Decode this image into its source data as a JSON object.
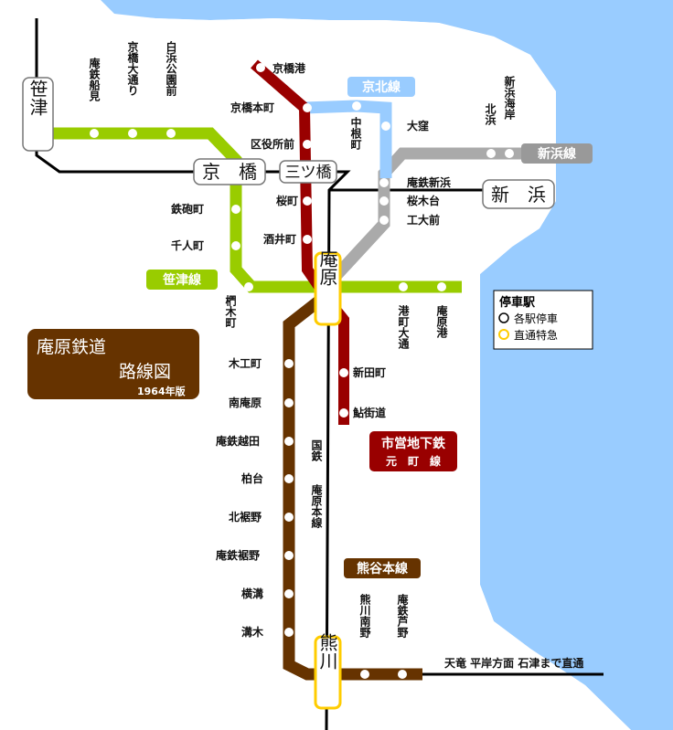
{
  "title": {
    "line1": "庵原鉄道",
    "line2": "路線図",
    "year": "1964年版"
  },
  "legend": {
    "heading": "停車駅",
    "local": "各駅停車",
    "express": "直通特急"
  },
  "hubs": {
    "sasatsu": "笹津",
    "kyobashi": "京　橋",
    "mitsubashi": "三ツ橋",
    "shinhama": "新　浜",
    "ihara": "庵原",
    "kumakawa": "熊川"
  },
  "lines": {
    "keihoku": {
      "name": "京北線",
      "color": "#99ccff"
    },
    "shinhama": {
      "name": "新浜線",
      "color": "#999999"
    },
    "sasatsu": {
      "name": "笹津線",
      "color": "#99cc00"
    },
    "kumagaya": {
      "name": "熊谷本線",
      "color": "#663300"
    },
    "subway": {
      "name1": "市営地下鉄",
      "name2": "元　町　線",
      "color": "#990000"
    },
    "jnr": "国鉄",
    "jnr_line": "庵原本線"
  },
  "stations": {
    "kyobashi_ko": "京橋港",
    "kyobashi_honmachi": "京橋本町",
    "kuyakushomae": "区役所前",
    "sakuramachi": "桜町",
    "sakaimachi": "酒井町",
    "nakanemachi": "中根町",
    "okubo": "大窪",
    "kitahama": "北浜",
    "shinhama_kaigan": "新浜海岸",
    "antetsu_shinhama": "庵鉄新浜",
    "sakuragidai": "桜木台",
    "kodaimae": "工大前",
    "shiroyama_koenmae": "白浜公園前",
    "kyobashi_odori": "京橋大通り",
    "antetsu_funami": "庵鉄船見",
    "teppomachi": "鉄砲町",
    "sennincho": "千人町",
    "kunokimachi": "椚木町",
    "minatomachi_odori": "港町大通",
    "ihara_ko": "庵原港",
    "shindenmachi": "新田町",
    "ayukaido": "鮎街道",
    "mokkomachi": "木工町",
    "minami_ihara": "南庵原",
    "antetsu_koshida": "庵鉄越田",
    "kashiwadai": "柏台",
    "kita_susono": "北裾野",
    "antetsu_susono": "庵鉄裾野",
    "yokomizo": "横溝",
    "mizoki": "溝木",
    "kumakawa_minamino": "熊川南野",
    "antetsu_ashino": "庵鉄芦野",
    "through_service": "天竜 平岸方面 石津まで直通"
  }
}
